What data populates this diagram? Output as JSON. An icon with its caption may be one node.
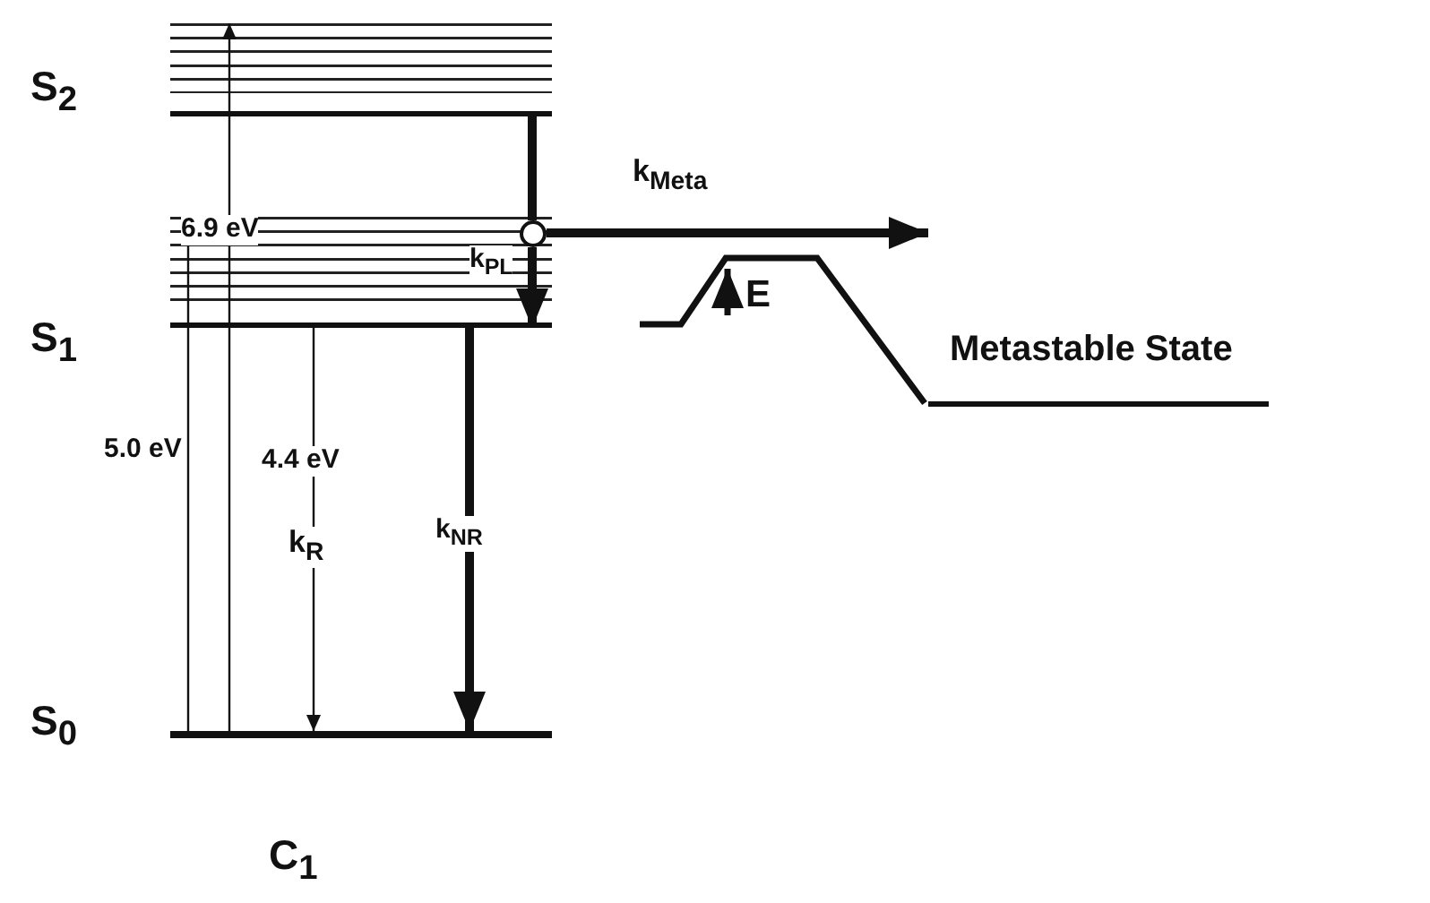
{
  "diagram": {
    "nodes": [
      {
        "text": [
          "S$_{2}$"
        ]
      },
      {
        "text": [
          "S$_{1}$"
        ]
      },
      {
        "text": [
          "S$_{0}$"
        ]
      },
      {
        "text": [
          "Metastable State"
        ]
      },
      {
        "text": [],
        "shape": "circle",
        "in": 1
      }
    ],
    "edges": [
      {
        "from": 2,
        "to": 0,
        "arrow": "to",
        "label": "6.9 eV"
      },
      {
        "from": 2,
        "to": 1,
        "arrow": "to",
        "label": "5.0 eV"
      },
      {
        "from": 1,
        "to": 2,
        "arrow": "to",
        "label": "4.4 eV"
      },
      {
        "from": 1,
        "to": 2,
        "arrow": "to",
        "label": "k$_{NR}$"
      },
      {
        "from": 0,
        "to": 4,
        "arrow": "none"
      },
      {
        "from": 4,
        "to": 1,
        "arrow": "to",
        "label": "k$_{PL}$"
      },
      {
        "from": 4,
        "to": 3,
        "arrow": "to",
        "label": "k$_{Meta}$"
      }
    ],
    "labels": [
      "k$_{R}$",
      "E",
      "C$_{1}$"
    ]
  }
}
